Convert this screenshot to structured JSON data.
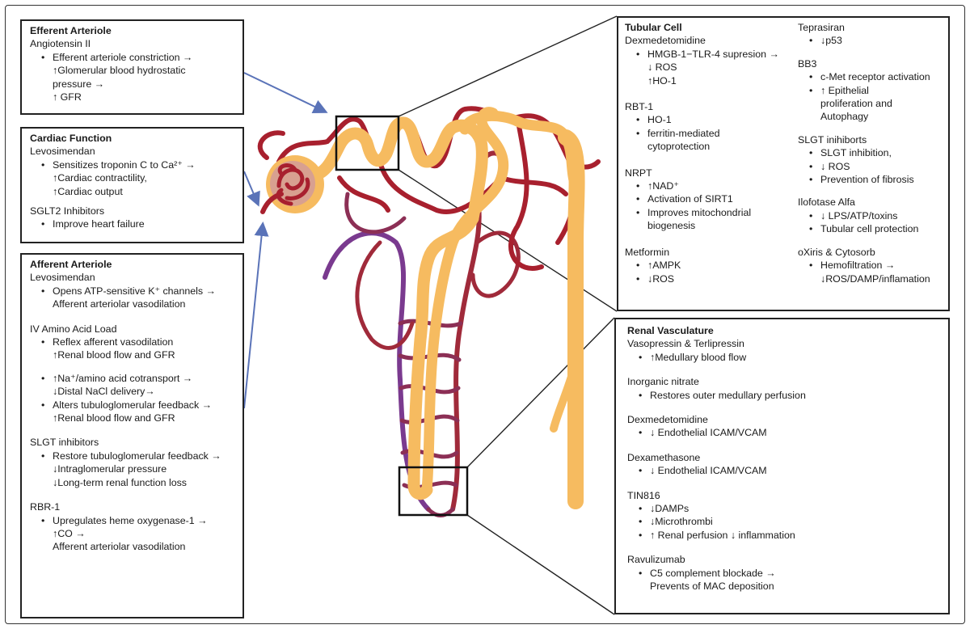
{
  "colors": {
    "red_vessel": "#a8202e",
    "purple_vessel": "#7a3a8f",
    "tubule": "#f6bb60",
    "glomerulus_capsule": "#d8a090",
    "arrow": "#5a73b8"
  },
  "efferent": {
    "title": "Efferent Arteriole",
    "drug": "Angiotensin II",
    "b1": "Efferent arteriole constriction →",
    "b1c1": "↑Glomerular blood hydrostatic",
    "b1c2": "pressure →",
    "b1c3": "↑ GFR"
  },
  "cardiac": {
    "title": "Cardiac Function",
    "drug1": "Levosimendan",
    "b1": "Sensitizes troponin C to Ca²⁺ →",
    "b1c1": "↑Cardiac contractility,",
    "b1c2": "↑Cardiac output",
    "drug2": "SGLT2 Inhibitors",
    "b2": "Improve heart failure"
  },
  "afferent": {
    "title": "Afferent Arteriole",
    "drug1": "Levosimendan",
    "d1b1": "Opens ATP-sensitive K⁺ channels →",
    "d1b1c1": "Afferent arteriolar vasodilation",
    "drug2": "IV Amino Acid Load",
    "d2b1": "Reflex afferent vasodilation",
    "d2b1c1": "↑Renal blood flow and GFR",
    "d2b2": "↑Na⁺/amino acid cotransport  →",
    "d2b2c1": "↓Distal NaCl delivery→",
    "d2b3": "Alters tubuloglomerular feedback →",
    "d2b3c1": "↑Renal blood flow and GFR",
    "drug3": "SLGT inhibitors",
    "d3b1": "Restore tubuloglomerular feedback →",
    "d3b1c1": "↓Intraglomerular pressure",
    "d3b1c2": "↓Long-term renal function loss",
    "drug4": "RBR-1",
    "d4b1": "Upregulates heme oxygenase-1 →",
    "d4b1c1": "↑CO →",
    "d4b1c2": "Afferent arteriolar vasodilation"
  },
  "tubular": {
    "title": "Tubular Cell",
    "left": {
      "drug1": "Dexmedetomidine",
      "d1b1": "HMGB-1−TLR-4 supresion →",
      "d1b1c1": "↓ ROS",
      "d1b1c2": "↑HO-1",
      "drug2": "RBT-1",
      "d2b1": "HO-1",
      "d2b2": "ferritin-mediated",
      "d2b2c1": "cytoprotection",
      "drug3": "NRPT",
      "d3b1": "↑NAD⁺",
      "d3b2": "Activation of SIRT1",
      "d3b3": "Improves mitochondrial",
      "d3b3c1": "biogenesis",
      "drug4": "Metformin",
      "d4b1": "↑AMPK",
      "d4b2": "↓ROS"
    },
    "right": {
      "drug1": "Teprasiran",
      "d1b1": "↓p53",
      "drug2": "BB3",
      "d2b1": "c-Met receptor activation",
      "d2b2": "↑ Epithelial",
      "d2b2c1": "proliferation  and",
      "d2b2c2": "Autophagy",
      "drug3": "SLGT inihiborts",
      "d3b1": "SLGT inhibition,",
      "d3b2": "↓ ROS",
      "d3b3": "Prevention of fibrosis",
      "drug4": "Ilofotase Alfa",
      "d4b1": "↓ LPS/ATP/toxins",
      "d4b2": "Tubular cell protection",
      "drug5": "oXiris & Cytosorb",
      "d5b1": "Hemofiltration →",
      "d5b1c1": "↓ROS/DAMP/inflamation"
    }
  },
  "renal": {
    "title": "Renal Vasculature",
    "drug1": "Vasopressin & Terlipressin",
    "d1b1": "↑Medullary blood flow",
    "drug2": "Inorganic nitrate",
    "d2b1": "Restores outer medullary perfusion",
    "drug3": "Dexmedetomidine",
    "d3b1": "↓ Endothelial ICAM/VCAM",
    "drug4": "Dexamethasone",
    "d4b1": "↓ Endothelial ICAM/VCAM",
    "drug5": "TIN816",
    "d5b1": "↓DAMPs",
    "d5b2": "↓Microthrombi",
    "d5b3": "↑ Renal perfusion ↓ inflammation",
    "drug6": "Ravulizumab",
    "d6b1": "C5 complement blockade →",
    "d6b1c1": "Prevents  of MAC deposition"
  }
}
